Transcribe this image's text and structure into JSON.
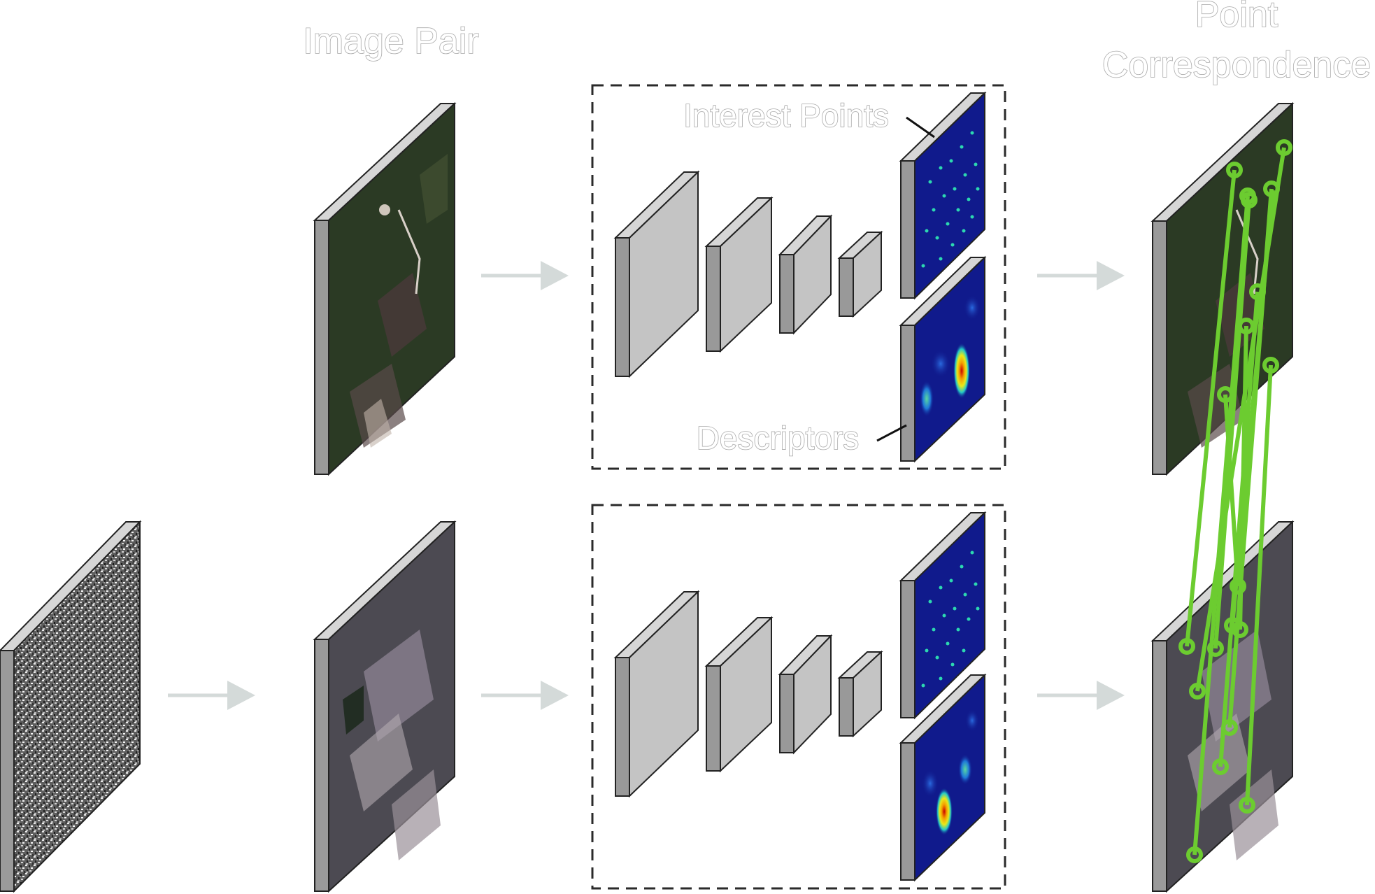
{
  "labels": {
    "image_pair": "Image Pair",
    "point_correspondence_line1": "Point",
    "point_correspondence_line2": "Correspondence",
    "interest_points": "Interest Points",
    "descriptors": "Descriptors"
  },
  "colors": {
    "layer_face": "#c4c4c4",
    "layer_side": "#999999",
    "arrow": "#d4dad9",
    "match_line": "#6ccc30",
    "heatmap_bg": "#101a8c",
    "dashed_box": "#2a2a2a"
  }
}
